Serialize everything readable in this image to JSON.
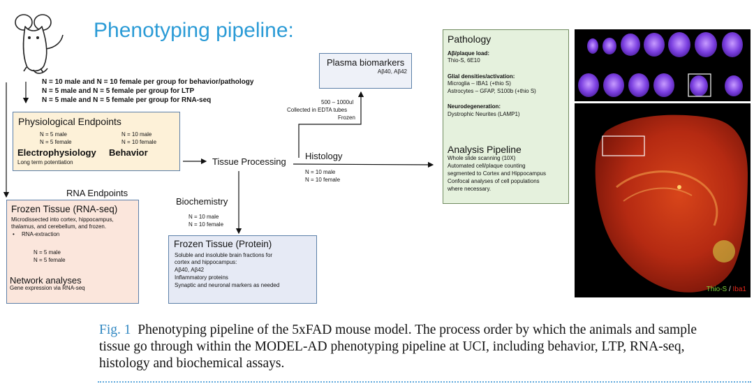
{
  "main_title": "Phenotyping pipeline:",
  "group_counts": [
    "N = 10 male and N = 10 female per group for behavior/pathology",
    "N = 5 male and N = 5 female per group for LTP",
    "N = 5 male and N = 5 female per group for RNA-seq"
  ],
  "physiological": {
    "title": "Physiological Endpoints",
    "ephys_counts": [
      "N = 5 male",
      "N = 5 female"
    ],
    "behavior_counts": [
      "N = 10 male",
      "N = 10 female"
    ],
    "ephys_label": "Electrophysiology",
    "behavior_label": "Behavior",
    "ltp_note": "Long term potentiation"
  },
  "rna_endpoints_label": "RNA Endpoints",
  "rna_box": {
    "title": "Frozen Tissue (RNA-seq)",
    "desc": [
      "Microdissected into cortex, hippocampus,",
      "thalamus, and cerebellum, and frozen."
    ],
    "bullet": "RNA-extraction",
    "counts": [
      "N = 5 male",
      "N = 5 female"
    ],
    "network_title": "Network analyses",
    "network_desc": "Gene expression via RNA-seq"
  },
  "tissue_processing": "Tissue Processing",
  "plasma": {
    "title": "Plasma biomarkers",
    "sub": "Aβ40, Aβ42",
    "volume": "500 – 1000ul",
    "tubes": "Collected in EDTA tubes",
    "frozen": "Frozen"
  },
  "histology": {
    "label": "Histology",
    "counts": [
      "N = 10 male",
      "N = 10 female"
    ]
  },
  "biochemistry": {
    "label": "Biochemistry",
    "counts": [
      "N = 10 male",
      "N = 10 female"
    ]
  },
  "protein_box": {
    "title": "Frozen Tissue (Protein)",
    "lines": [
      "Soluble and insoluble brain fractions for",
      "cortex and hippocampus:",
      "Aβ40, Aβ42",
      "Inflammatory proteins",
      "Synaptic and neuronal markers as needed"
    ]
  },
  "pathology": {
    "title": "Pathology",
    "s1_head": "Aβ/plaque load:",
    "s1_body": "Thio-S, 6E10",
    "s2_head": "Glial densities/activation:",
    "s2_line1_a": "Microglia – ",
    "s2_line1_b": "IBA1 (+thio S)",
    "s2_line2_a": "Astrocytes – ",
    "s2_line2_b": "GFAP, S100b (+thio S)",
    "s3_head": "Neurodegeneration:",
    "s3_body": "Dystrophic Neurites (LAMP1)",
    "analysis_title": "Analysis Pipeline",
    "analysis_lines": [
      "Whole slide scanning (10X)",
      "Automated cell/plaque counting",
      "segmented to Cortex and Hippocampus",
      "Confocal analyses of cell populations",
      "where necessary."
    ]
  },
  "image_legend": {
    "green": "Thio-S",
    "sep": " / ",
    "red": "Iba1"
  },
  "caption": {
    "fig_label": "Fig. 1",
    "lines": [
      "Phenotyping pipeline of the 5xFAD mouse model. The process order by which the animals and sample",
      "tissue go through within the MODEL-AD phenotyping pipeline at UCI, including behavior, LTP, RNA-seq,",
      "histology and biochemical assays."
    ]
  },
  "colors": {
    "title_blue": "#2b9bd6",
    "box_border": "#5b7fa8",
    "physio_fill": "#fdf1d8",
    "rna_fill": "#fbe6dc",
    "protein_fill": "#e6eaf5",
    "plasma_fill": "#eef1f8",
    "pathology_fill": "#e5f1dd",
    "pathology_border": "#6f8a5e",
    "fig_label": "#2e86c1",
    "legend_green": "#7fd23a",
    "legend_red": "#e8281c"
  }
}
